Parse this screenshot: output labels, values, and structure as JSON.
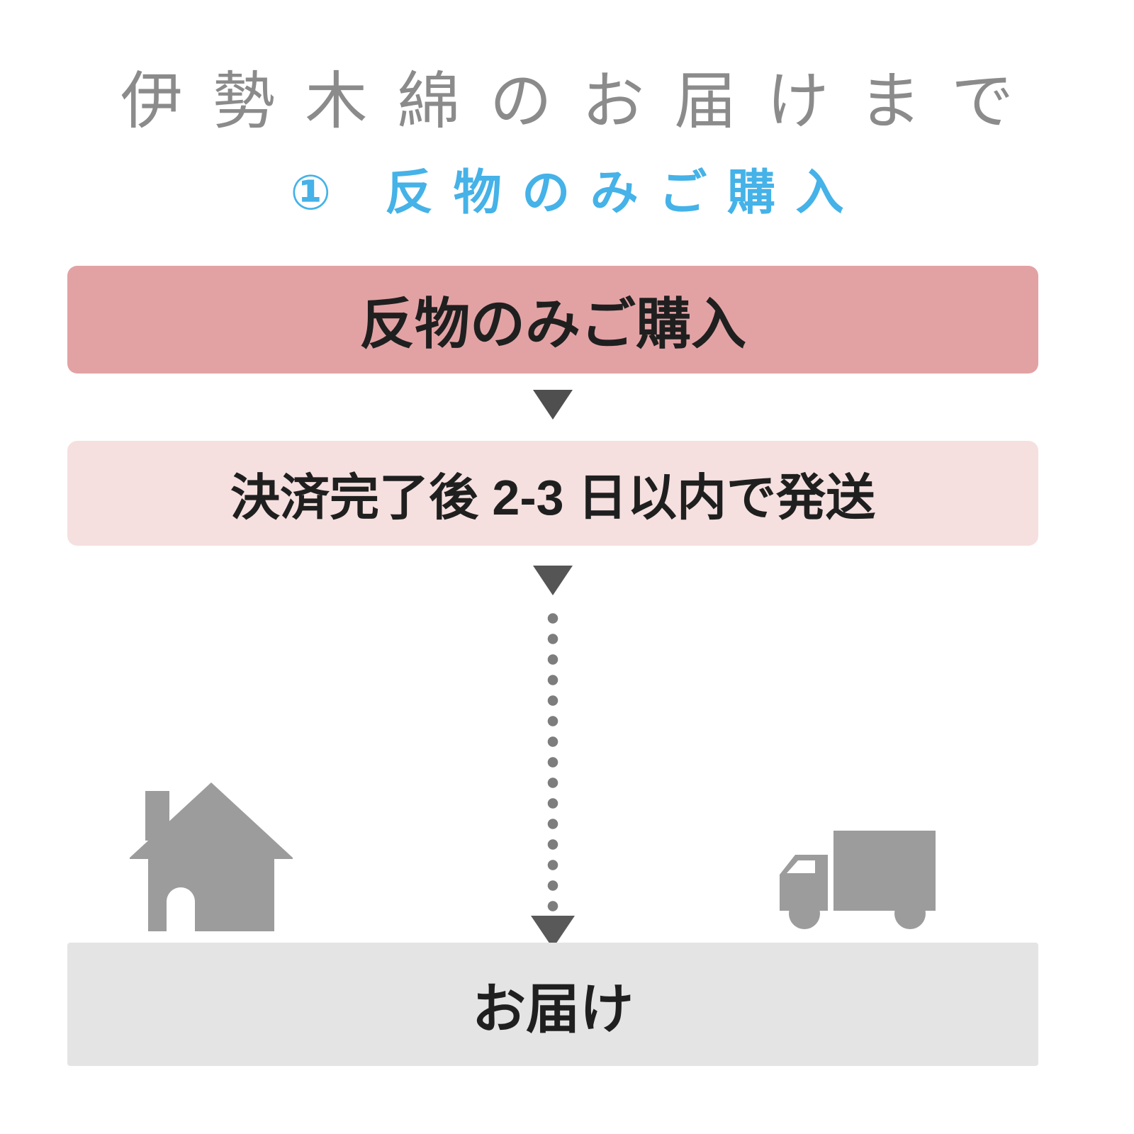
{
  "header": {
    "title": "伊勢木綿のお届けまで",
    "subtitle": "① 反物のみご購入"
  },
  "flow": {
    "steps": [
      {
        "id": "purchase",
        "label": "反物のみご購入"
      },
      {
        "id": "shipping",
        "label": "決済完了後 2-3 日以内で発送"
      },
      {
        "id": "delivery",
        "label": "お届け"
      }
    ]
  },
  "icons": [
    {
      "name": "house-icon"
    },
    {
      "name": "truck-icon"
    },
    {
      "name": "down-arrow-icon"
    },
    {
      "name": "dotted-connector-line"
    }
  ],
  "colors": {
    "background": "#ffffff",
    "title_text": "#8b8b8b",
    "subtitle_text": "#45b2e8",
    "step_purchase_bg": "#e2a2a4",
    "step_shipping_bg": "#f5e0df",
    "step_delivery_bg": "#e4e4e4",
    "step_text": "#1f1f1f",
    "arrow": "#4f4f4f",
    "dots": "#7d7d7d",
    "icon_gray": "#9c9c9c"
  }
}
